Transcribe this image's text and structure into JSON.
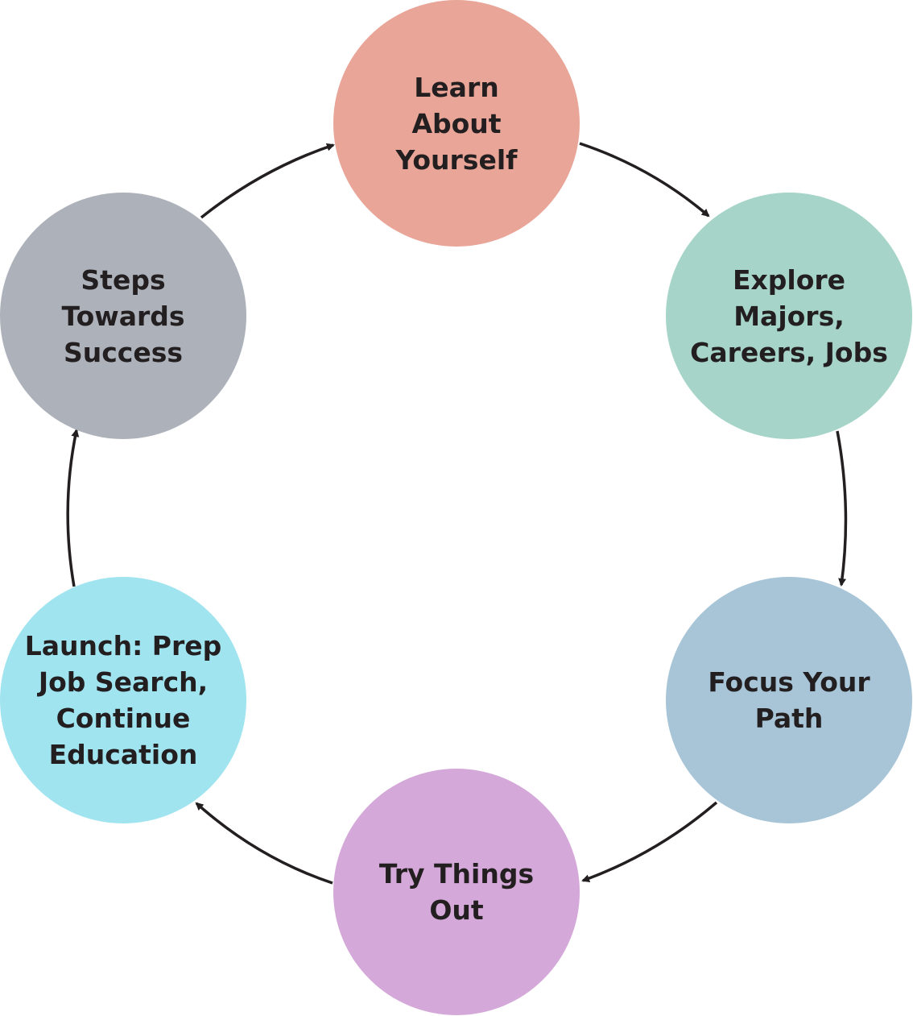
{
  "steps": [
    {
      "lines": [
        "Learn",
        "About",
        "Yourself"
      ],
      "color": "#e8a598"
    },
    {
      "lines": [
        "Explore",
        "Majors,",
        "Careers, Jobs"
      ],
      "color": "#a6d4c8"
    },
    {
      "lines": [
        "Focus Your",
        "Path"
      ],
      "color": "#a8c5d8"
    },
    {
      "lines": [
        "Try Things",
        "Out"
      ],
      "color": "#d4a8d8"
    },
    {
      "lines": [
        "Launch: Prep",
        "Job Search,",
        "Continue",
        "Education"
      ],
      "color": "#a0e4f0"
    },
    {
      "lines": [
        "Steps",
        "Towards",
        "Success"
      ],
      "color": "#adb2ba"
    }
  ],
  "arrow_color": "#231f20"
}
